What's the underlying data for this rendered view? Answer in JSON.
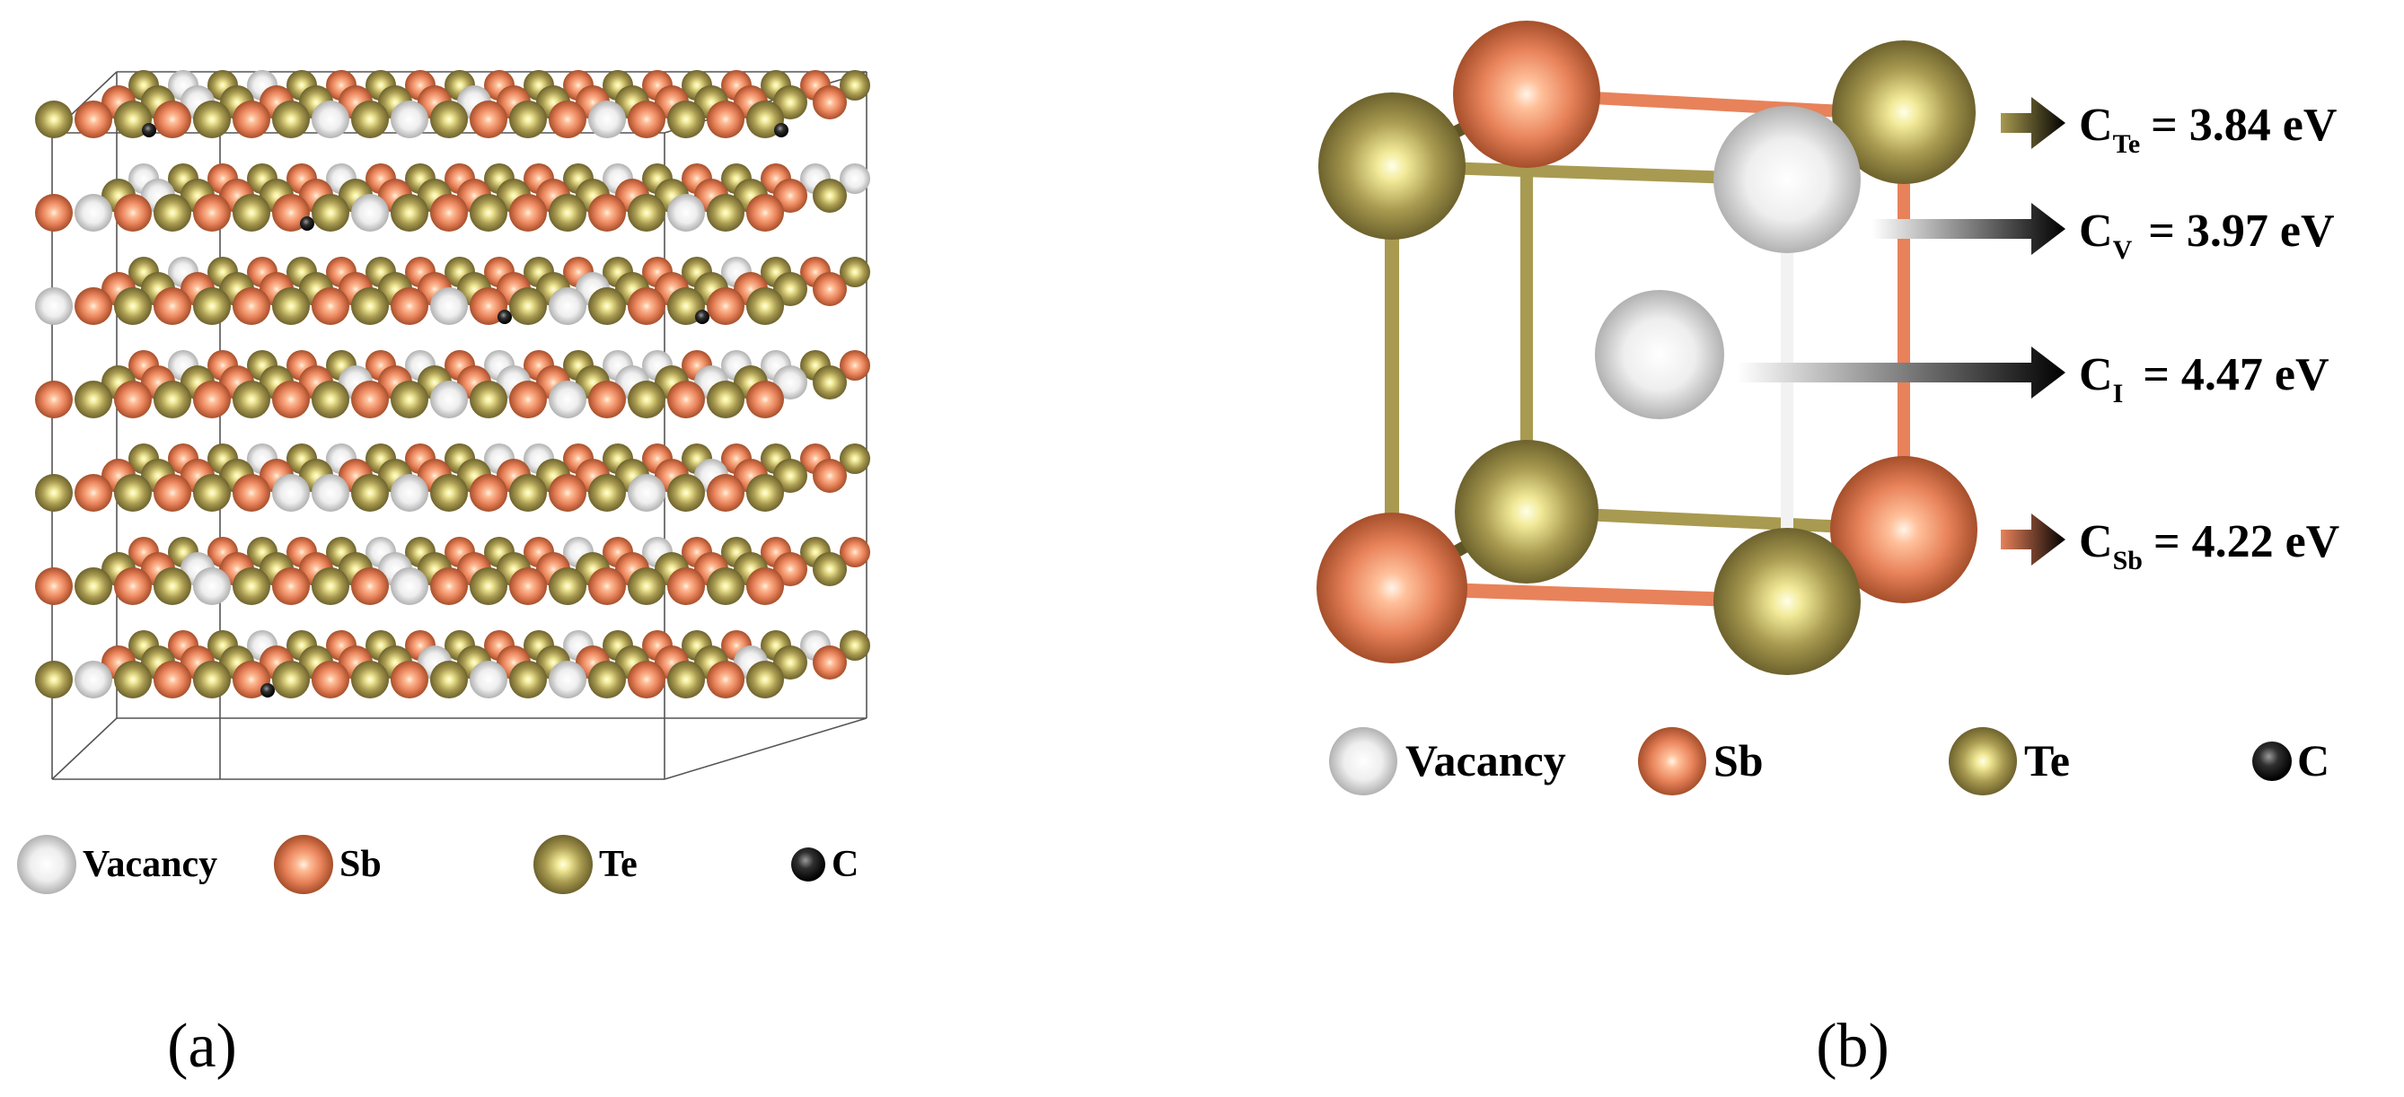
{
  "colors": {
    "vacancy": "#f0f0f0",
    "sb": "#e8825a",
    "te": "#a89a50",
    "c": "#202020",
    "bond_sb": "#e8825a",
    "bond_te": "#a89a50",
    "bond_vacancy": "#f2f2f2"
  },
  "panel_a": {
    "caption": "(a)",
    "legend": [
      {
        "key": "vacancy",
        "label": "Vacancy"
      },
      {
        "key": "sb",
        "label": "Sb"
      },
      {
        "key": "te",
        "label": "Te"
      },
      {
        "key": "c",
        "label": "C"
      }
    ]
  },
  "panel_b": {
    "caption": "(b)",
    "energies": [
      {
        "sym": "C",
        "sub": "Te",
        "eq": "= 3.84 eV",
        "arrow_color": "#8a7a30"
      },
      {
        "sym": "C",
        "sub": "V",
        "eq": "= 3.97 eV",
        "arrow_color": "#cfcfcf"
      },
      {
        "sym": "C",
        "sub": "I",
        "eq": "= 4.47 eV",
        "arrow_color": "#ffffff"
      },
      {
        "sym": "C",
        "sub": "Sb",
        "eq": "= 4.22 eV",
        "arrow_color": "#d06a40"
      }
    ],
    "legend": [
      {
        "key": "vacancy",
        "label": "Vacancy"
      },
      {
        "key": "sb",
        "label": "Sb"
      },
      {
        "key": "te",
        "label": "Te"
      },
      {
        "key": "c",
        "label": "C"
      }
    ]
  }
}
